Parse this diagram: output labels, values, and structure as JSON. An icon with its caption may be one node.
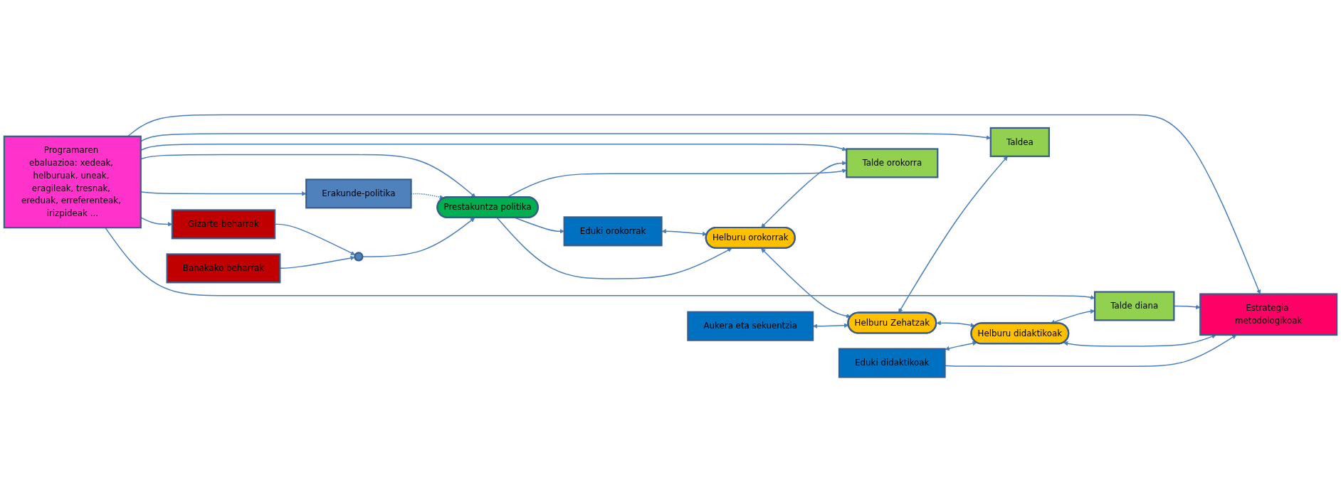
{
  "diagram": {
    "nodes": [
      {
        "text": [
          "Banakako beharrak"
        ]
      },
      {
        "text": [],
        "shape": "circle"
      },
      {
        "text": [
          "Gizarte-beharrak"
        ]
      },
      {
        "text": [
          "Erakunde-politika"
        ]
      },
      {
        "text": [
          "Prestakuntza politika"
        ]
      },
      {
        "text": [
          "Eduki orokorrak"
        ]
      },
      {
        "text": [
          "Aukera eta sekuentzia"
        ]
      },
      {
        "text": [
          "Eduki didaktikoak"
        ]
      },
      {
        "text": [
          "Helburu orokorrak"
        ]
      },
      {
        "text": [
          "Helburu Zehatzak"
        ]
      },
      {
        "text": [
          "Helburu didaktikoak"
        ]
      },
      {
        "text": [
          "Estrategia metodologikoak"
        ]
      },
      {
        "text": [
          "Talde orokorra"
        ]
      },
      {
        "text": [
          "Taldea"
        ]
      },
      {
        "text": [
          "Talde diana"
        ]
      },
      {
        "text": [
          "Programaren ebaluazioa: xedeak, helburuak, uneak, eragileak, tresnak, ereduak, erreferenteak, irizpideak ..."
        ]
      }
    ],
    "edges": [
      {
        "from": 0,
        "to": 1,
        "arrow": "to"
      },
      {
        "from": 2,
        "to": 1,
        "arrow": "to"
      },
      {
        "from": 1,
        "to": 4,
        "arrow": "to"
      },
      {
        "from": 3,
        "to": 4,
        "arrow": "to",
        "style": "dashed"
      },
      {
        "from": 4,
        "to": 5,
        "arrow": "to"
      },
      {
        "from": 4,
        "to": 8,
        "arrow": "to"
      },
      {
        "from": 4,
        "to": 12,
        "arrow": "to"
      },
      {
        "from": 5,
        "to": 8,
        "arrow": "both"
      },
      {
        "from": 6,
        "to": 9,
        "arrow": "both"
      },
      {
        "from": 7,
        "to": 10,
        "arrow": "both"
      },
      {
        "from": 8,
        "to": 9,
        "arrow": "both"
      },
      {
        "from": 9,
        "to": 10,
        "arrow": "both"
      },
      {
        "from": 8,
        "to": 12,
        "arrow": "both"
      },
      {
        "from": 9,
        "to": 13,
        "arrow": "both"
      },
      {
        "from": 10,
        "to": 14,
        "arrow": "both"
      },
      {
        "from": 7,
        "to": 11,
        "arrow": "to"
      },
      {
        "from": 10,
        "to": 11,
        "arrow": "both"
      },
      {
        "from": 14,
        "to": 11,
        "arrow": "to"
      },
      {
        "from": 15,
        "to": 3,
        "arrow": "to"
      },
      {
        "from": 15,
        "to": 2,
        "arrow": "to"
      },
      {
        "from": 15,
        "to": 4,
        "arrow": "to"
      },
      {
        "from": 15,
        "to": 12,
        "arrow": "to"
      },
      {
        "from": 15,
        "to": 13,
        "arrow": "to"
      },
      {
        "from": 15,
        "to": 14,
        "arrow": "to"
      },
      {
        "from": 15,
        "to": 11,
        "arrow": "to"
      }
    ]
  }
}
